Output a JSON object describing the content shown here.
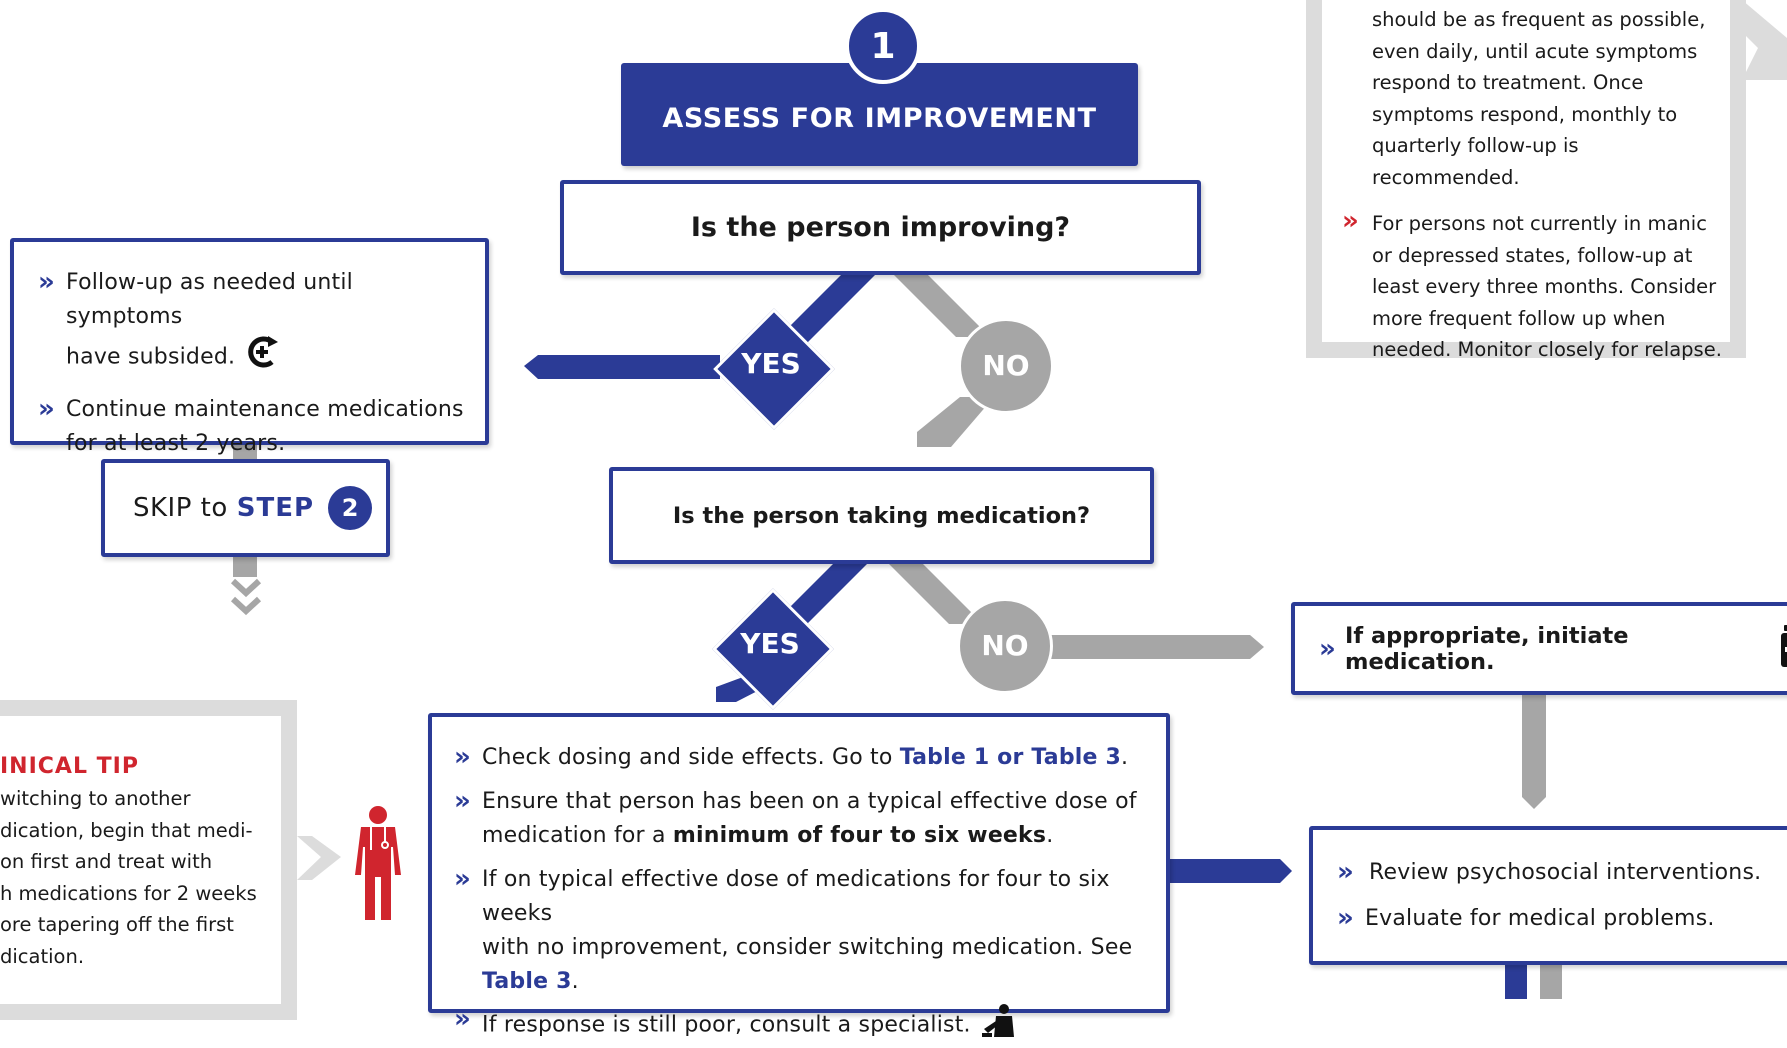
{
  "step1": {
    "number": "1",
    "title": "ASSESS FOR IMPROVEMENT"
  },
  "q1": "Is the person improving?",
  "q2": "Is the person taking medication?",
  "yes_label": "YES",
  "no_label": "NO",
  "followup_top": {
    "lines": [
      "should be as frequent as possible,",
      "even daily, until acute symptoms",
      "respond to treatment. Once",
      "symptoms respond, monthly to",
      "quarterly follow-up is recommended."
    ],
    "bullet_lines": [
      "For persons not currently in manic",
      "or depressed states, follow-up at",
      "least every three months. Consider",
      "more frequent follow up when",
      "needed. Monitor closely for relapse."
    ]
  },
  "improving_box": {
    "item1_line1": "Follow-up as needed until symptoms",
    "item1_line2": "have subsided.",
    "item2_line1": "Continue maintenance medications",
    "item2_line2": "for at least 2 years."
  },
  "skip": {
    "prefix": "SKIP to",
    "step_word": "STEP",
    "step_num": "2"
  },
  "clinical_tip": {
    "title": "INICAL TIP",
    "lines": [
      "witching  to another",
      "dication, begin that medi-",
      "on first and treat with",
      "h medications for 2 weeks",
      "ore tapering off the first",
      "dication."
    ]
  },
  "initiate": {
    "text": "If appropriate, initiate medication."
  },
  "medication_box": {
    "i1_pre": "Check dosing and side effects. Go to ",
    "i1_link": "Table 1 or Table 3",
    "i1_post": ".",
    "i2_line1": "Ensure that person has been on a typical effective dose of",
    "i2_pre": "medication for a ",
    "i2_bold": "minimum of four to six weeks",
    "i2_post": ".",
    "i3_line1": "If on typical effective dose of medications for four to six weeks",
    "i3_pre": "with no improvement, consider switching medication. See ",
    "i3_link": "Table 3",
    "i3_post": ".",
    "i4": "If response is still poor, consult a specialist."
  },
  "review_box": {
    "i1": "Review psychosocial interventions.",
    "i2": "Evaluate for medical problems."
  },
  "bullet_glyph": "»",
  "colors": {
    "brand_blue": "#2b3b96",
    "gray": "#a6a6a6",
    "light_gray": "#dcdcdc",
    "accent_red": "#d0252e"
  },
  "icons": [
    "add-follow-up-icon",
    "medication-bottle-icon",
    "specialist-consult-icon",
    "clinician-figure-icon",
    "double-chevron-down-icon"
  ]
}
